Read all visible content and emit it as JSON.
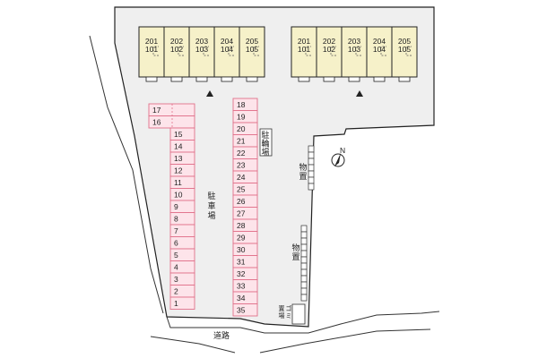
{
  "buildings": [
    {
      "name": "left-building",
      "units": [
        [
          "201",
          "101"
        ],
        [
          "202",
          "102"
        ],
        [
          "203",
          "103"
        ],
        [
          "204",
          "104"
        ],
        [
          "205",
          "105"
        ]
      ]
    },
    {
      "name": "right-building",
      "units": [
        [
          "201",
          "101"
        ],
        [
          "202",
          "102"
        ],
        [
          "203",
          "103"
        ],
        [
          "204",
          "104"
        ],
        [
          "205",
          "105"
        ]
      ]
    }
  ],
  "parking": {
    "left_top": [
      "17",
      "16"
    ],
    "left_column": [
      "15",
      "14",
      "13",
      "12",
      "11",
      "10",
      "9",
      "8",
      "7",
      "6",
      "5",
      "4",
      "3",
      "2",
      "1"
    ],
    "right_column": [
      "18",
      "19",
      "20",
      "21",
      "22",
      "23",
      "24",
      "25",
      "26",
      "27",
      "28",
      "29",
      "30",
      "31",
      "32",
      "33",
      "34",
      "35"
    ]
  },
  "labels": {
    "parking_lot": "駐車場",
    "bicycle_parking": "駐輪場",
    "storage_top": "物置",
    "storage_bottom": "物置",
    "garbage": "ゴミ置場",
    "road": "道路",
    "north": "N"
  },
  "colors": {
    "building_fill": "#f6f1c9",
    "parking_stroke": "#e0708a",
    "parking_fill": "#fde4ea",
    "ground_fill": "#efefef"
  }
}
